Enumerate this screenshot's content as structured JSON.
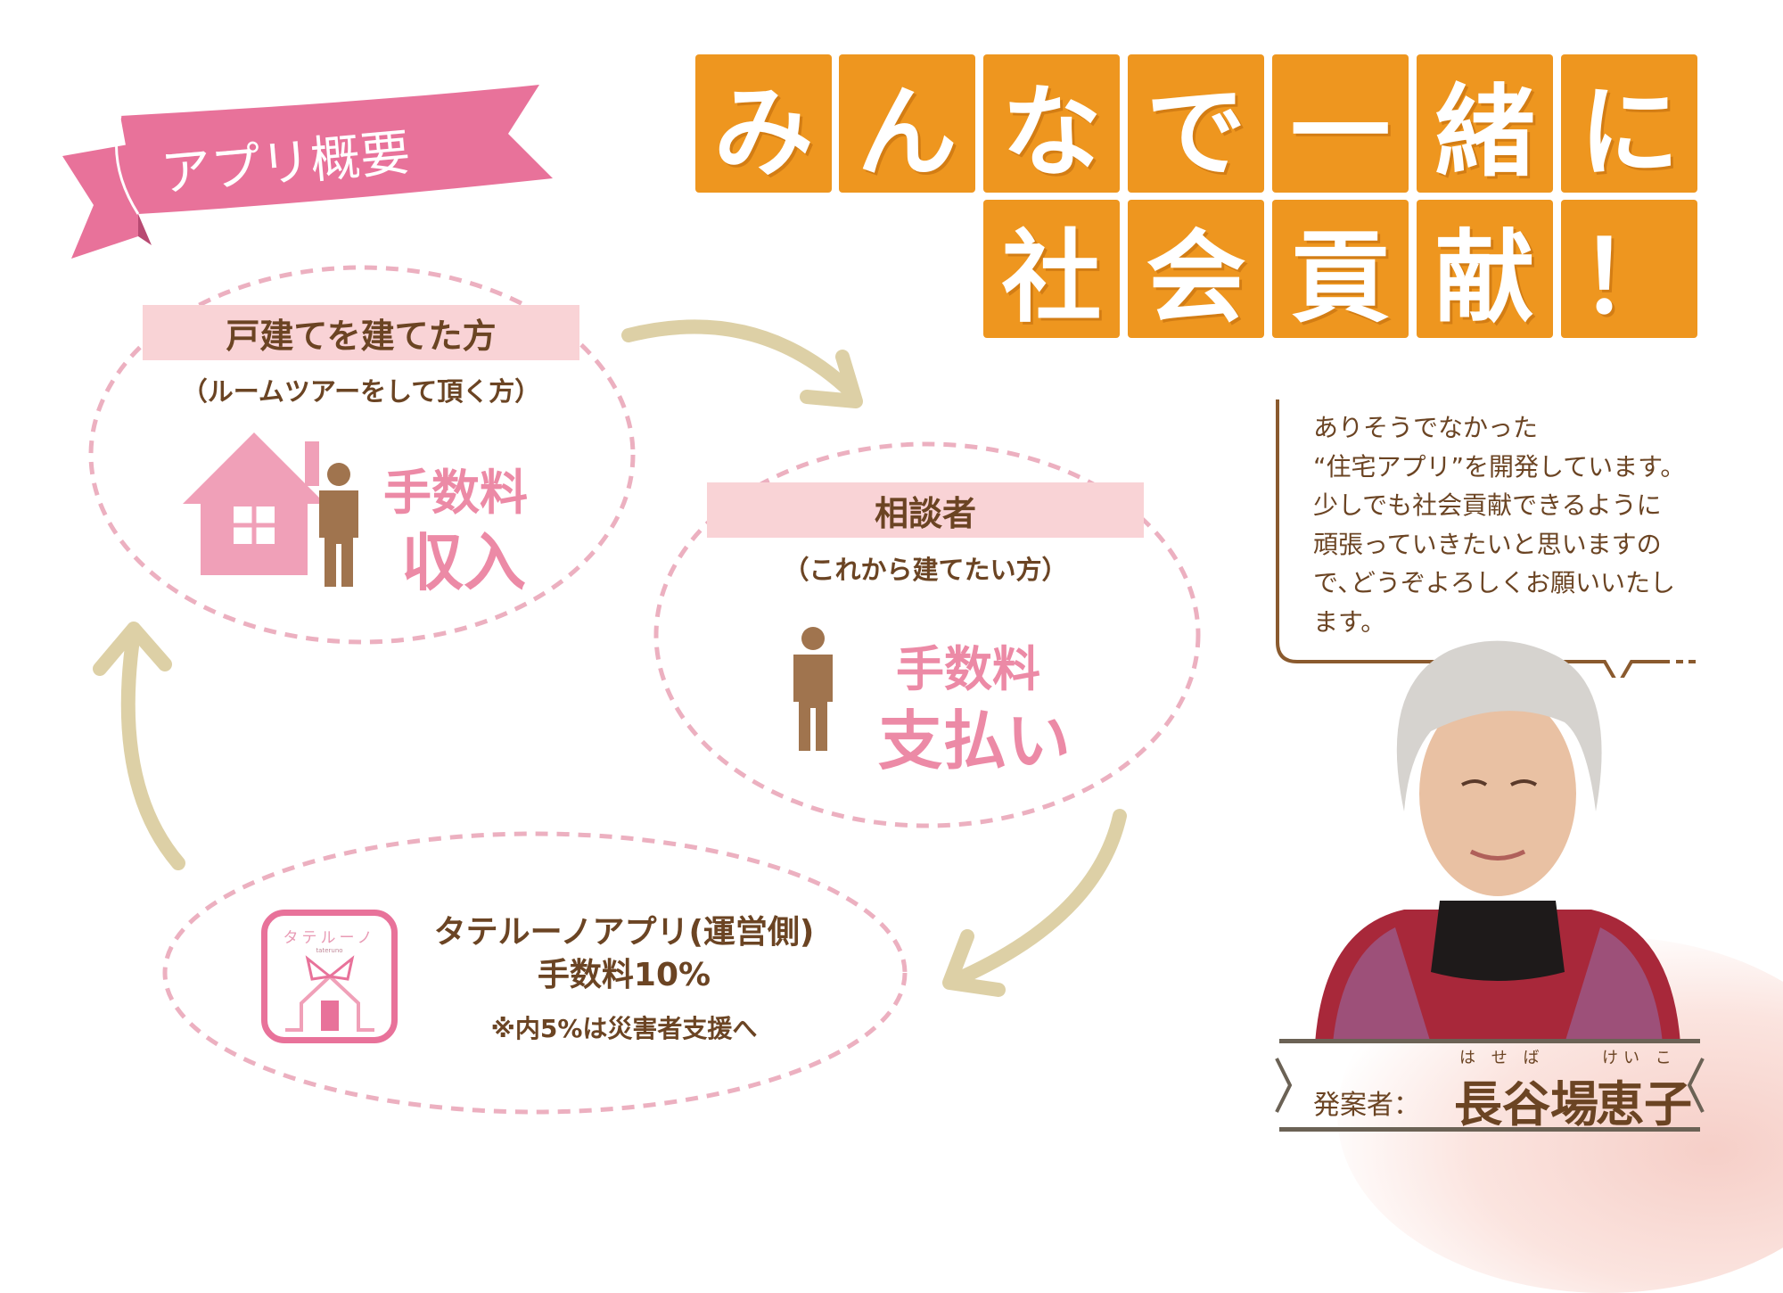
{
  "banner": {
    "label": "アプリ概要",
    "color": "#e8729a"
  },
  "headline": {
    "row1": [
      "み",
      "ん",
      "な",
      "で",
      "一",
      "緒",
      "に"
    ],
    "row2": [
      "社",
      "会",
      "貢",
      "献",
      "！"
    ],
    "tile_color": "#ee961f"
  },
  "builder": {
    "title": "戸建てを建てた方",
    "subtitle": "（ルームツアーをして頂く方）",
    "fee": "手数料",
    "result": "収入",
    "icons": [
      "house-icon",
      "person-icon"
    ]
  },
  "consultant": {
    "title": "相談者",
    "subtitle": "（これから建てたい方）",
    "fee": "手数料",
    "result": "支払い",
    "icons": [
      "person-icon"
    ]
  },
  "operator": {
    "line1": "タテルーノアプリ(運営側)",
    "line2": "手数料10%",
    "note": "※内5%は災害者支援へ",
    "app_icon_text": "タテルーノ",
    "app_icon_sub": "tateruno"
  },
  "message": {
    "lines": [
      "ありそうでなかった",
      "“住宅アプリ”を開発しています。",
      "少しでも社会貢献できるように",
      "頑張っていきたいと思いますの",
      "で､どうぞよろしくお願いいたし",
      "ます。"
    ]
  },
  "founder": {
    "label": "発案者：",
    "name_family": "長谷場",
    "name_given": "恵子",
    "ruby_family": "は せ ば",
    "ruby_given": "けい こ"
  },
  "colors": {
    "brown": "#6b4423",
    "pink": "#ec8aa6",
    "band": "#f9d3d6",
    "arrow": "#ddd0a6"
  }
}
